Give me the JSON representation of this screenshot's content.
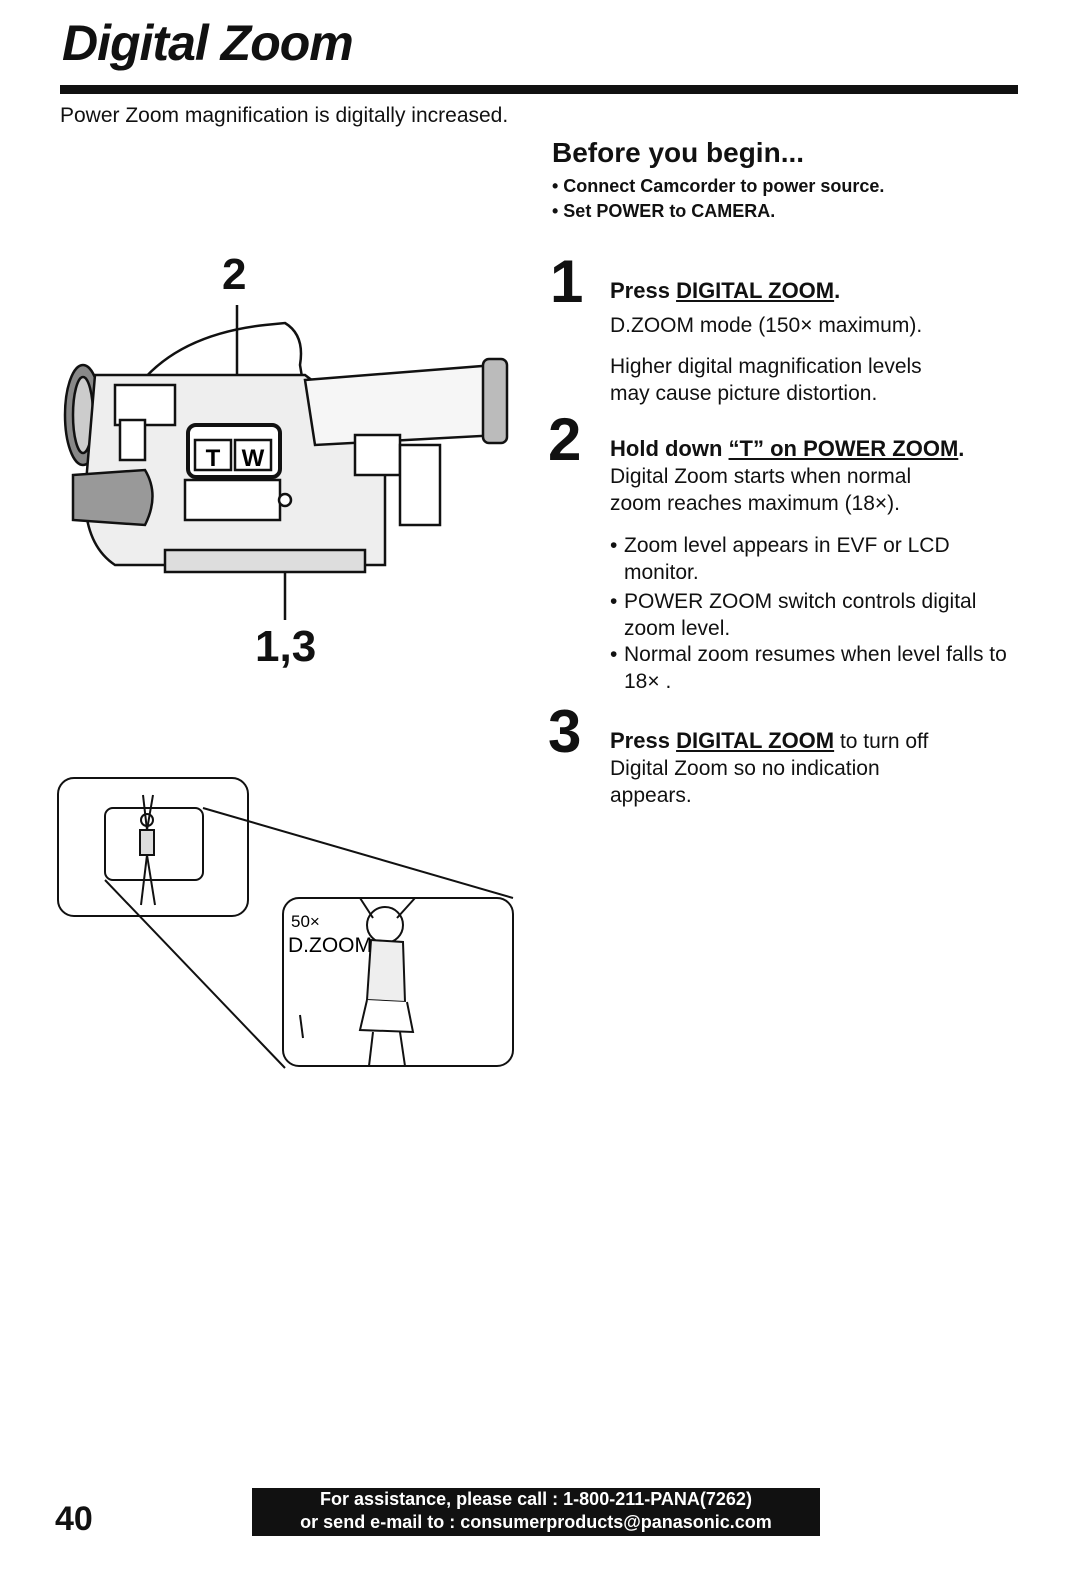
{
  "page": {
    "title": "Digital Zoom",
    "intro": "Power Zoom magnification is digitally increased.",
    "page_number": "40"
  },
  "before": {
    "heading": "Before you begin...",
    "items": [
      "• Connect Camcorder to power source.",
      "• Set POWER to CAMERA."
    ]
  },
  "steps": [
    {
      "number": "1",
      "title": "Press DIGITAL ZOOM.",
      "lines": [
        "D.ZOOM mode (150× maximum).",
        "Higher digital magnification levels",
        "may cause picture distortion."
      ]
    },
    {
      "number": "2",
      "title": "Hold down “T” on POWER ZOOM.",
      "lines": [
        "Digital Zoom starts when normal",
        "zoom reaches maximum (18×)."
      ],
      "bullets": [
        "Zoom level appears in EVF or LCD monitor.",
        "POWER ZOOM switch controls digital zoom level.",
        "Normal zoom resumes when level falls to 18× ."
      ]
    },
    {
      "number": "3",
      "title": "Press DIGITAL ZOOM",
      "title_rest": " to turn off",
      "lines": [
        "Digital Zoom so no indication",
        "appears."
      ]
    }
  ],
  "figure": {
    "callout_top": "2",
    "callout_bottom": "1,3",
    "switch_t": "T",
    "switch_w": "W",
    "zoom_value": "50×",
    "zoom_mode": "D.ZOOM"
  },
  "footer": {
    "line1": "For assistance, please call : 1-800-211-PANA(7262)",
    "line2": "or send e-mail to : consumerproducts@panasonic.com"
  }
}
